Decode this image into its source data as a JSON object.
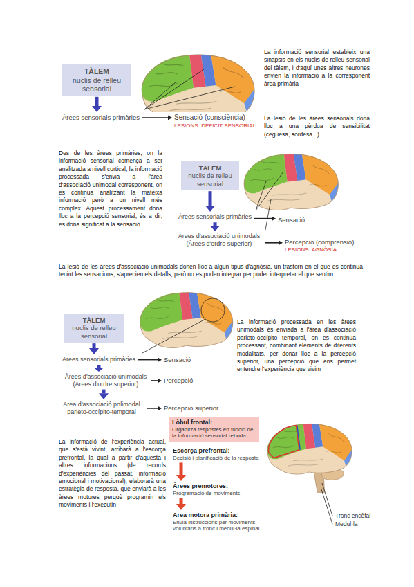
{
  "diagram": {
    "nodes": [
      {
        "text": [
          "TÀLEM",
          "nuclis de relleu sensorial"
        ]
      },
      {
        "text": [
          "Àrees sensorials primàries"
        ]
      },
      {
        "text": [
          "Sensació (consciència)",
          "LESIONS: DÈFICIT SENSORIAL"
        ]
      },
      {
        "text": [
          "TÀLEM",
          "nuclis de relleu sensorial"
        ]
      },
      {
        "text": [
          "Àrees sensorials primàries"
        ]
      },
      {
        "text": [
          "Sensació"
        ]
      },
      {
        "text": [
          "Àrees d'associació unimodals (Àrees d'ordre superior)"
        ]
      },
      {
        "text": [
          "Percepció (comprensió)",
          "LESIONS: AGNÒSIA"
        ]
      },
      {
        "text": [
          "TÀLEM",
          "nuclis de relleu sensorial"
        ]
      },
      {
        "text": [
          "Àrees sensorials primàries"
        ]
      },
      {
        "text": [
          "Sensació"
        ]
      },
      {
        "text": [
          "Àrees d'associació unimodals (Àrees d'ordre superior)"
        ]
      },
      {
        "text": [
          "Percepció"
        ]
      },
      {
        "text": [
          "Àrea d'associació polimodal parieto-occípito-temporal"
        ]
      },
      {
        "text": [
          "Percepció superior"
        ]
      },
      {
        "text": [
          "Lòbul frontal:",
          "Organitza respostes en funció de la informació sensorial rebuda."
        ]
      },
      {
        "text": [
          "Escorça prefrontal:",
          "Decisió i planificació de la resposta"
        ]
      },
      {
        "text": [
          "Àrees premotores:",
          "Programació de moviments"
        ]
      },
      {
        "text": [
          "Àrea motora primària:",
          "Envia instruccions per moviments voluntaris a tronc i medul·la espinal"
        ]
      }
    ],
    "edges": [
      {
        "from": 0,
        "to": 1,
        "arrow": "to"
      },
      {
        "from": 1,
        "to": 2,
        "arrow": "to"
      },
      {
        "from": 3,
        "to": 4,
        "arrow": "to"
      },
      {
        "from": 4,
        "to": 5,
        "arrow": "to"
      },
      {
        "from": 4,
        "to": 6,
        "arrow": "to"
      },
      {
        "from": 6,
        "to": 7,
        "arrow": "to"
      },
      {
        "from": 8,
        "to": 9,
        "arrow": "to"
      },
      {
        "from": 9,
        "to": 10,
        "arrow": "to"
      },
      {
        "from": 9,
        "to": 11,
        "arrow": "to"
      },
      {
        "from": 11,
        "to": 12,
        "arrow": "to"
      },
      {
        "from": 11,
        "to": 13,
        "arrow": "to"
      },
      {
        "from": 13,
        "to": 14,
        "arrow": "to"
      },
      {
        "from": 16,
        "to": 17,
        "arrow": "to"
      },
      {
        "from": 17,
        "to": 18,
        "arrow": "to"
      }
    ],
    "labels": [
      "La informació sensorial estableix una sinapsis en els nuclis de relleu sensorial del tàlem, i d'aquí unes altres neurones envien la informació a la corresponent àrea primària",
      "La lesió de les àrees sensorials dona lloc a una pèrdua de sensibilitat (ceguesa, sordesa...)",
      "Des de les àrees primàries, on la informació sensorial comença a ser analitzada a nivell cortical, la informació processada s'envia a l'àrea d'associació unimodal corresponent, on es continua analitzant la mateixa informació però a un nivell més complex. Aquest processament dona lloc a la percepció sensorial, és a dir, es dona significat a la sensació",
      "La lesió de les àrees d'associació unimodals donen lloc a algun tipus d'agnòsia, un trastorn en el que es continua tenint les sensacions, s'aprecien els detalls, però no es poden integrar per poder interpretar el que sentim",
      "La informació processada en les àrees unimodals és enviada a l'àrea d'associació parieto-occípito temporal, on es continua processant, combinant elements de diferents modalitats, per donar lloc a la percepció superior, una percepció que ens permet entendre l'experiència que vivim",
      "La informació de l'experiència actual, que s'està vivint, arribarà a l'escorça prefrontal, la qual a partir d'aquesta i altres informacions (de records d'experiències del passat, informació emocional i motivacional), elaborarà una estratègia de resposta, que enviarà a les àrees motores perquè programin els moviments i l'executin",
      "Tronc encèfal",
      "Medul·la"
    ]
  }
}
